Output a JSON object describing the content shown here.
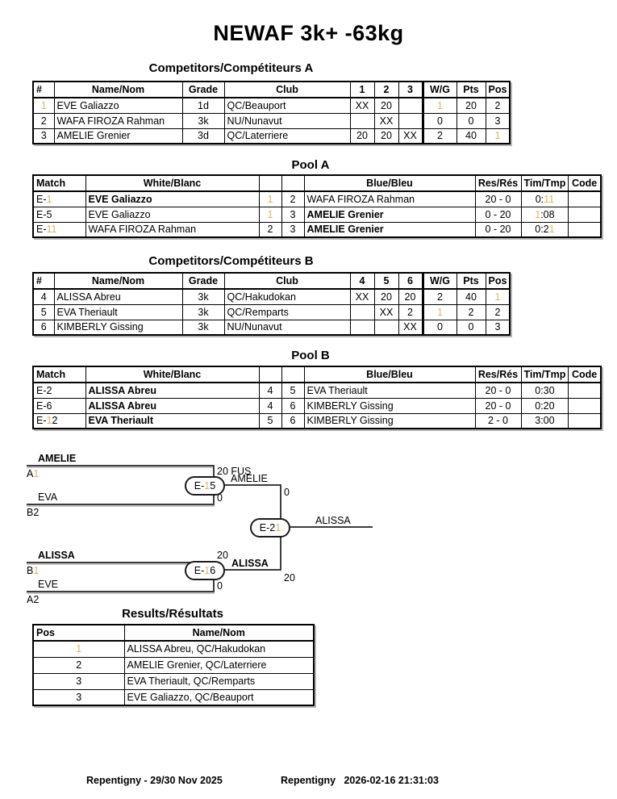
{
  "accent": "#dfb269",
  "title": "NEWAF 3k+ -63kg",
  "sections": {
    "comp_a_heading": "Competitors/Compétiteurs A",
    "pool_a_heading": "Pool A",
    "comp_b_heading": "Competitors/Compétiteurs B",
    "pool_b_heading": "Pool B",
    "results_heading": "Results/Résultats"
  },
  "comp_headers": {
    "num": "#",
    "name": "Name/Nom",
    "grade": "Grade",
    "club": "Club",
    "wg": "W/G",
    "pts": "Pts",
    "pos": "Pos"
  },
  "comp_a": {
    "match_cols": [
      "1",
      "2",
      "3"
    ],
    "rows": [
      {
        "num": "1",
        "name": "EVE Galiazzo",
        "grade": "1d",
        "club": "QC/Beauport",
        "m1": "XX",
        "m2": "20",
        "m3": "",
        "wg": "1",
        "pts": "20",
        "pos": "2"
      },
      {
        "num": "2",
        "name": "WAFA FIROZA Rahman",
        "grade": "3k",
        "club": "NU/Nunavut",
        "m1": "",
        "m2": "XX",
        "m3": "",
        "wg": "0",
        "pts": "0",
        "pos": "3"
      },
      {
        "num": "3",
        "name": "AMELIE Grenier",
        "grade": "3d",
        "club": "QC/Laterriere",
        "m1": "20",
        "m2": "20",
        "m3": "XX",
        "wg": "2",
        "pts": "40",
        "pos": "1"
      }
    ]
  },
  "comp_b": {
    "match_cols": [
      "4",
      "5",
      "6"
    ],
    "rows": [
      {
        "num": "4",
        "name": "ALISSA Abreu",
        "grade": "3k",
        "club": "QC/Hakudokan",
        "m1": "XX",
        "m2": "20",
        "m3": "20",
        "wg": "2",
        "pts": "40",
        "pos": "1"
      },
      {
        "num": "5",
        "name": "EVA Theriault",
        "grade": "3k",
        "club": "QC/Remparts",
        "m1": "",
        "m2": "XX",
        "m3": "2",
        "wg": "1",
        "pts": "2",
        "pos": "2"
      },
      {
        "num": "6",
        "name": "KIMBERLY Gissing",
        "grade": "3k",
        "club": "NU/Nunavut",
        "m1": "",
        "m2": "",
        "m3": "XX",
        "wg": "0",
        "pts": "0",
        "pos": "3"
      }
    ]
  },
  "pool_headers": {
    "match": "Match",
    "white": "White/Blanc",
    "blue": "Blue/Bleu",
    "res": "Res/Rés",
    "tim": "Tim/Tmp",
    "code": "Code"
  },
  "pool_a": {
    "rows": [
      {
        "match": "E-1",
        "white": "EVE Galiazzo",
        "white_bold": true,
        "wseed": "1",
        "bseed": "2",
        "blue": "WAFA FIROZA Rahman",
        "blue_bold": false,
        "res": "20 - 0",
        "tim": "0:11",
        "code": ""
      },
      {
        "match": "E-5",
        "white": "EVE Galiazzo",
        "white_bold": false,
        "wseed": "1",
        "bseed": "3",
        "blue": "AMELIE Grenier",
        "blue_bold": true,
        "res": "0 - 20",
        "tim": "1:08",
        "code": ""
      },
      {
        "match": "E-11",
        "white": "WAFA FIROZA Rahman",
        "white_bold": false,
        "wseed": "2",
        "bseed": "3",
        "blue": "AMELIE Grenier",
        "blue_bold": true,
        "res": "0 - 20",
        "tim": "0:21",
        "code": ""
      }
    ]
  },
  "pool_b": {
    "rows": [
      {
        "match": "E-2",
        "white": "ALISSA Abreu",
        "white_bold": true,
        "wseed": "4",
        "bseed": "5",
        "blue": "EVA Theriault",
        "blue_bold": false,
        "res": "20 - 0",
        "tim": "0:30",
        "code": ""
      },
      {
        "match": "E-6",
        "white": "ALISSA Abreu",
        "white_bold": true,
        "wseed": "4",
        "bseed": "6",
        "blue": "KIMBERLY Gissing",
        "blue_bold": false,
        "res": "20 - 0",
        "tim": "0:20",
        "code": ""
      },
      {
        "match": "E-12",
        "white": "EVA Theriault",
        "white_bold": true,
        "wseed": "5",
        "bseed": "6",
        "blue": "KIMBERLY Gissing",
        "blue_bold": false,
        "res": "2 - 0",
        "tim": "3:00",
        "code": ""
      }
    ]
  },
  "bracket": {
    "entrants": [
      {
        "name": "AMELIE",
        "seed": "A1",
        "bold": true
      },
      {
        "name": "EVA",
        "seed": "B2",
        "bold": false
      },
      {
        "name": "ALISSA",
        "seed": "B1",
        "bold": true
      },
      {
        "name": "EVE",
        "seed": "A2",
        "bold": false
      }
    ],
    "semi1": {
      "label": "E-15",
      "top_score": "20 FUS",
      "bottom_score": "0",
      "winner": "AMELIE",
      "winner_bold": false
    },
    "semi2": {
      "label": "E-16",
      "top_score": "20",
      "bottom_score": "0",
      "winner": "ALISSA",
      "winner_bold": true
    },
    "final": {
      "label": "E-21",
      "top_score": "0",
      "bottom_score": "20",
      "winner": "ALISSA",
      "winner_bold": false
    }
  },
  "results": {
    "headers": {
      "pos": "Pos",
      "name": "Name/Nom"
    },
    "rows": [
      {
        "pos": "1",
        "name": "ALISSA Abreu, QC/Hakudokan"
      },
      {
        "pos": "2",
        "name": "AMELIE Grenier, QC/Laterriere"
      },
      {
        "pos": "3",
        "name": "EVA Theriault, QC/Remparts"
      },
      {
        "pos": "3",
        "name": "EVE Galiazzo, QC/Beauport"
      }
    ]
  },
  "footer": {
    "left": "Repentigny - 29/30 Nov 2025",
    "right": "Repentigny   2026-02-16 21:31:03"
  }
}
